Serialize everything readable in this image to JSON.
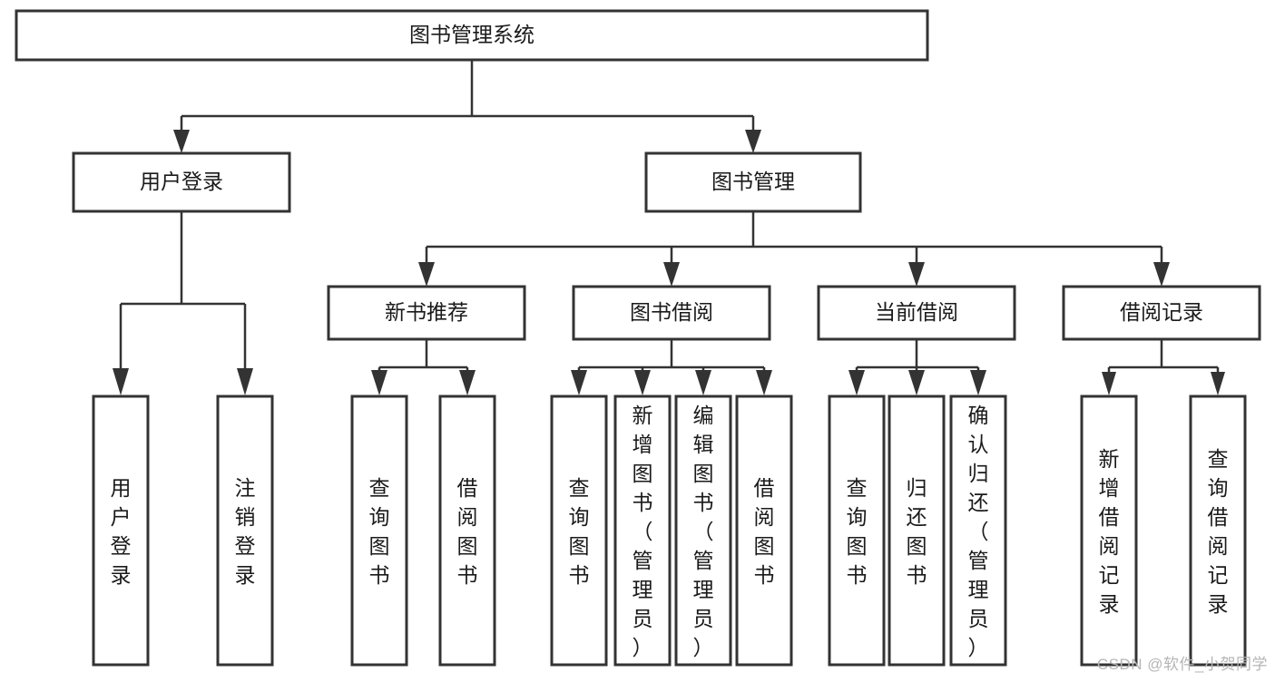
{
  "diagram": {
    "title": "图书管理系统",
    "type": "tree-hierarchy",
    "root": {
      "id": "root",
      "label": "图书管理系统",
      "orientation": "horizontal"
    },
    "level2": [
      {
        "id": "user-login",
        "label": "用户登录",
        "orientation": "horizontal"
      },
      {
        "id": "book-manage",
        "label": "图书管理",
        "orientation": "horizontal"
      }
    ],
    "level3": [
      {
        "id": "new-book-rec",
        "label": "新书推荐",
        "orientation": "horizontal",
        "parent": "book-manage"
      },
      {
        "id": "book-borrow",
        "label": "图书借阅",
        "orientation": "horizontal",
        "parent": "book-manage"
      },
      {
        "id": "current-borrow",
        "label": "当前借阅",
        "orientation": "horizontal",
        "parent": "book-manage"
      },
      {
        "id": "borrow-record",
        "label": "借阅记录",
        "orientation": "horizontal",
        "parent": "book-manage"
      }
    ],
    "leaves": [
      {
        "id": "leaf-user-login",
        "label": "用户登录",
        "orientation": "vertical",
        "parent": "user-login"
      },
      {
        "id": "leaf-logout",
        "label": "注销登录",
        "orientation": "vertical",
        "parent": "user-login"
      },
      {
        "id": "leaf-query-book-1",
        "label": "查询图书",
        "orientation": "vertical",
        "parent": "new-book-rec"
      },
      {
        "id": "leaf-borrow-book-1",
        "label": "借阅图书",
        "orientation": "vertical",
        "parent": "new-book-rec"
      },
      {
        "id": "leaf-query-book-2",
        "label": "查询图书",
        "orientation": "vertical",
        "parent": "book-borrow"
      },
      {
        "id": "leaf-add-book",
        "label": "新增图书（管理员）",
        "orientation": "vertical",
        "parent": "book-borrow"
      },
      {
        "id": "leaf-edit-book",
        "label": "编辑图书（管理员）",
        "orientation": "vertical",
        "parent": "book-borrow"
      },
      {
        "id": "leaf-borrow-book-2",
        "label": "借阅图书",
        "orientation": "vertical",
        "parent": "book-borrow"
      },
      {
        "id": "leaf-query-book-3",
        "label": "查询图书",
        "orientation": "vertical",
        "parent": "current-borrow"
      },
      {
        "id": "leaf-return-book",
        "label": "归还图书",
        "orientation": "vertical",
        "parent": "current-borrow"
      },
      {
        "id": "leaf-confirm-return",
        "label": "确认归还（管理员）",
        "orientation": "vertical",
        "parent": "current-borrow"
      },
      {
        "id": "leaf-add-record",
        "label": "新增借阅记录",
        "orientation": "vertical",
        "parent": "borrow-record"
      },
      {
        "id": "leaf-query-record",
        "label": "查询借阅记录",
        "orientation": "vertical",
        "parent": "borrow-record"
      }
    ]
  },
  "watermark": {
    "text": "CSDN @软件_小贺同学"
  },
  "colors": {
    "box_stroke": "#333333",
    "box_fill": "#ffffff",
    "text": "#1a1a1a",
    "connector": "#333333",
    "watermark": "#b5b5b5",
    "background": "#ffffff"
  }
}
